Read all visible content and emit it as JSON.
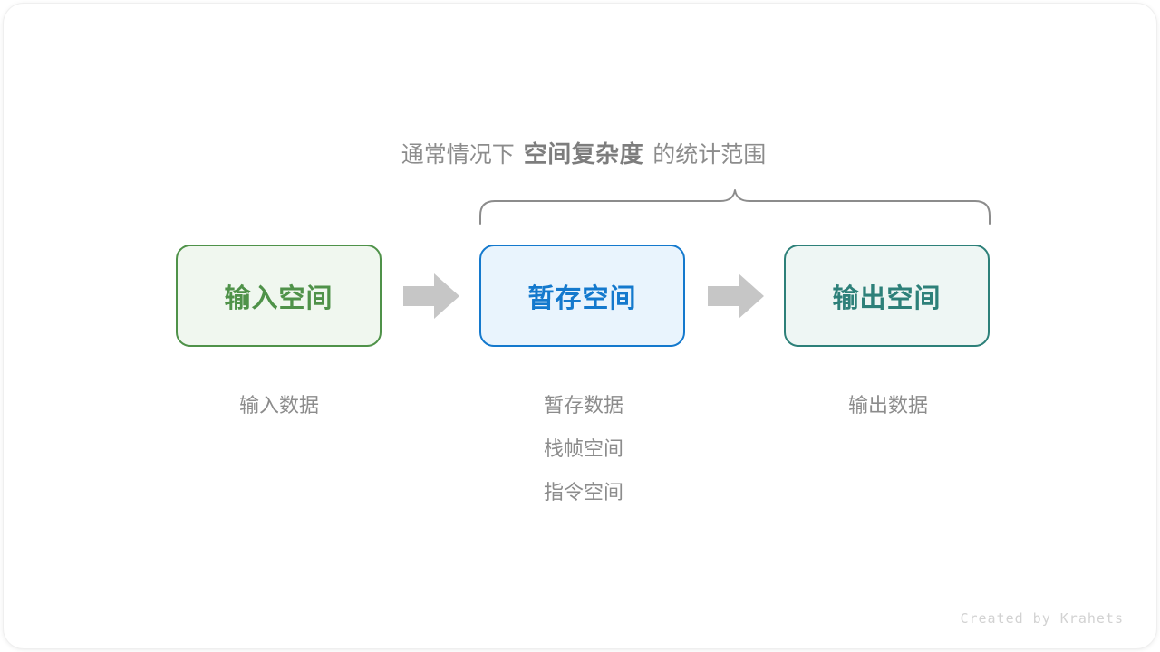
{
  "slide": {
    "background_color": "#ffffff",
    "card_color": "#ffffff",
    "credit": "Created by Krahets"
  },
  "scope_caption": {
    "prefix": "通常情况下",
    "emphasis": "空间复杂度",
    "suffix": "的统计范围",
    "color": "#8c8c8c"
  },
  "brace": {
    "name": "curly-brace-top",
    "color": "#8c8c8c",
    "spans_boxes": [
      "暂存空间",
      "输出空间"
    ]
  },
  "flow": {
    "boxes": [
      {
        "label": "输入空间",
        "fill": "#f0f7ef",
        "border": "#4f9249",
        "text_color": "#4f9249"
      },
      {
        "label": "暂存空间",
        "fill": "#e9f4fd",
        "border": "#1479cd",
        "text_color": "#1479cd"
      },
      {
        "label": "输出空间",
        "fill": "#eef6f4",
        "border": "#2d8079",
        "text_color": "#2d8079"
      }
    ],
    "arrows": [
      {
        "icon": "right-arrow-icon",
        "color": "#c6c6c6"
      },
      {
        "icon": "right-arrow-icon",
        "color": "#c6c6c6"
      }
    ]
  },
  "captions": [
    {
      "lines": [
        "输入数据"
      ]
    },
    {
      "lines": [
        "暂存数据",
        "栈帧空间",
        "指令空间"
      ]
    },
    {
      "lines": [
        "输出数据"
      ]
    }
  ]
}
